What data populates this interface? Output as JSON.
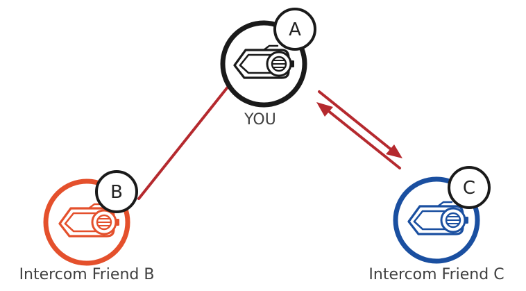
{
  "nodes": {
    "you": {
      "letter": "A",
      "label": "YOU",
      "ring_color": "#1a1a1a"
    },
    "friend_b": {
      "letter": "B",
      "label": "Intercom Friend B",
      "ring_color": "#e4502c"
    },
    "friend_c": {
      "letter": "C",
      "label": "Intercom Friend C",
      "ring_color": "#1a4fa0"
    }
  },
  "connections": {
    "you_to_b": {
      "color": "#b5292e",
      "style": "line"
    },
    "you_to_c": {
      "color": "#b5292e",
      "style": "bidirectional-arrows"
    }
  },
  "icons": {
    "headset": "headset-icon"
  }
}
